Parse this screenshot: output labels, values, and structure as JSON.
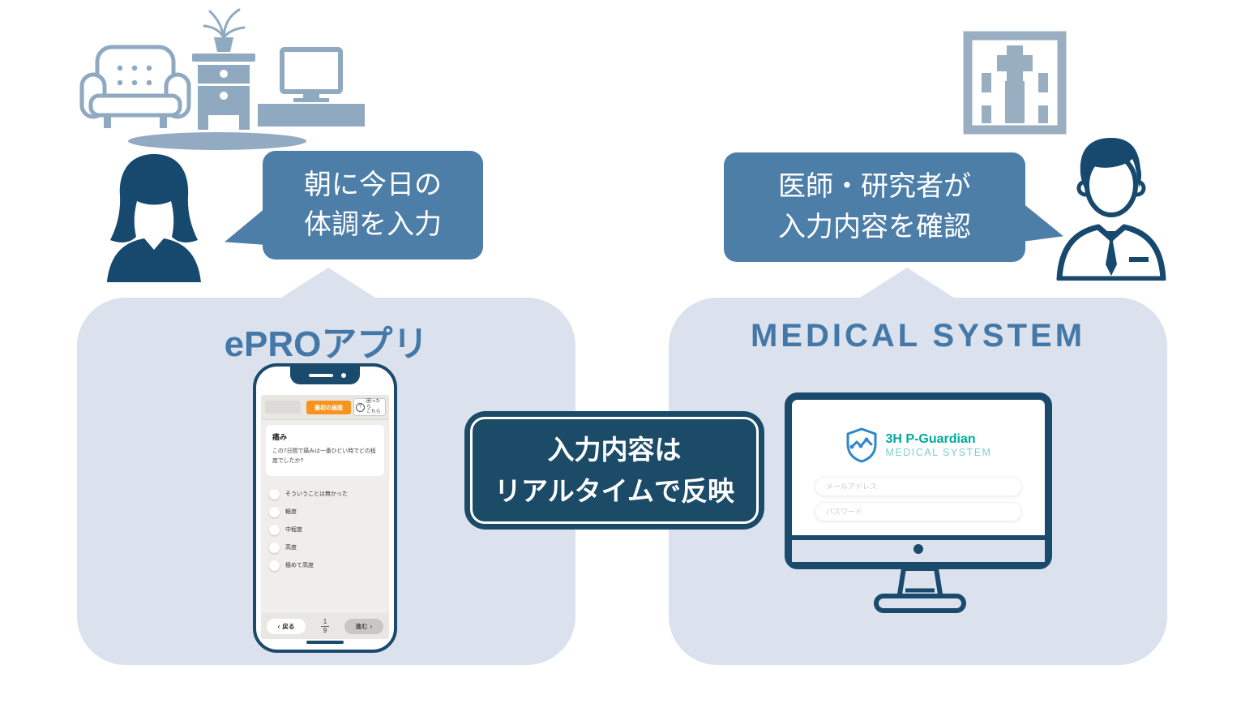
{
  "colors": {
    "panel_bg": "#dbe2ed",
    "navy": "#1a4a6c",
    "bubble_blue": "#4d7ea8",
    "title_blue": "#4478a8",
    "furniture_blue": "#8fa9c0",
    "orange": "#f6941e",
    "logo_teal": "#00ab9e",
    "logo_teal_light": "#7cd0ca"
  },
  "patient_side": {
    "bubble": {
      "line1": "朝に今日の",
      "line2": "体調を入力"
    },
    "panel_title": "ePROアプリ",
    "phone": {
      "home_button": "最初の画面",
      "help_button": {
        "icon": "?",
        "line1": "困ったら",
        "line2": "こちら"
      },
      "question": {
        "title": "痛み",
        "text": "この7日間で痛みは一番ひどい時でどの程度でしたか?"
      },
      "options": [
        "そういうことは無かった",
        "軽度",
        "中程度",
        "高度",
        "極めて高度"
      ],
      "footer": {
        "back_chevron": "‹",
        "back": "戻る",
        "page_current": "1",
        "page_total": "9",
        "next": "進む",
        "next_chevron": "›"
      }
    }
  },
  "doctor_side": {
    "bubble": {
      "line1": "医師・研究者が",
      "line2": "入力内容を確認"
    },
    "panel_title": "MEDICAL SYSTEM",
    "monitor": {
      "logo_title": "3H P-Guardian",
      "logo_subtitle": "MEDICAL SYSTEM",
      "email_placeholder": "メールアドレス",
      "password_placeholder": "パスワード"
    }
  },
  "center_box": {
    "line1": "入力内容は",
    "line2": "リアルタイムで反映"
  }
}
